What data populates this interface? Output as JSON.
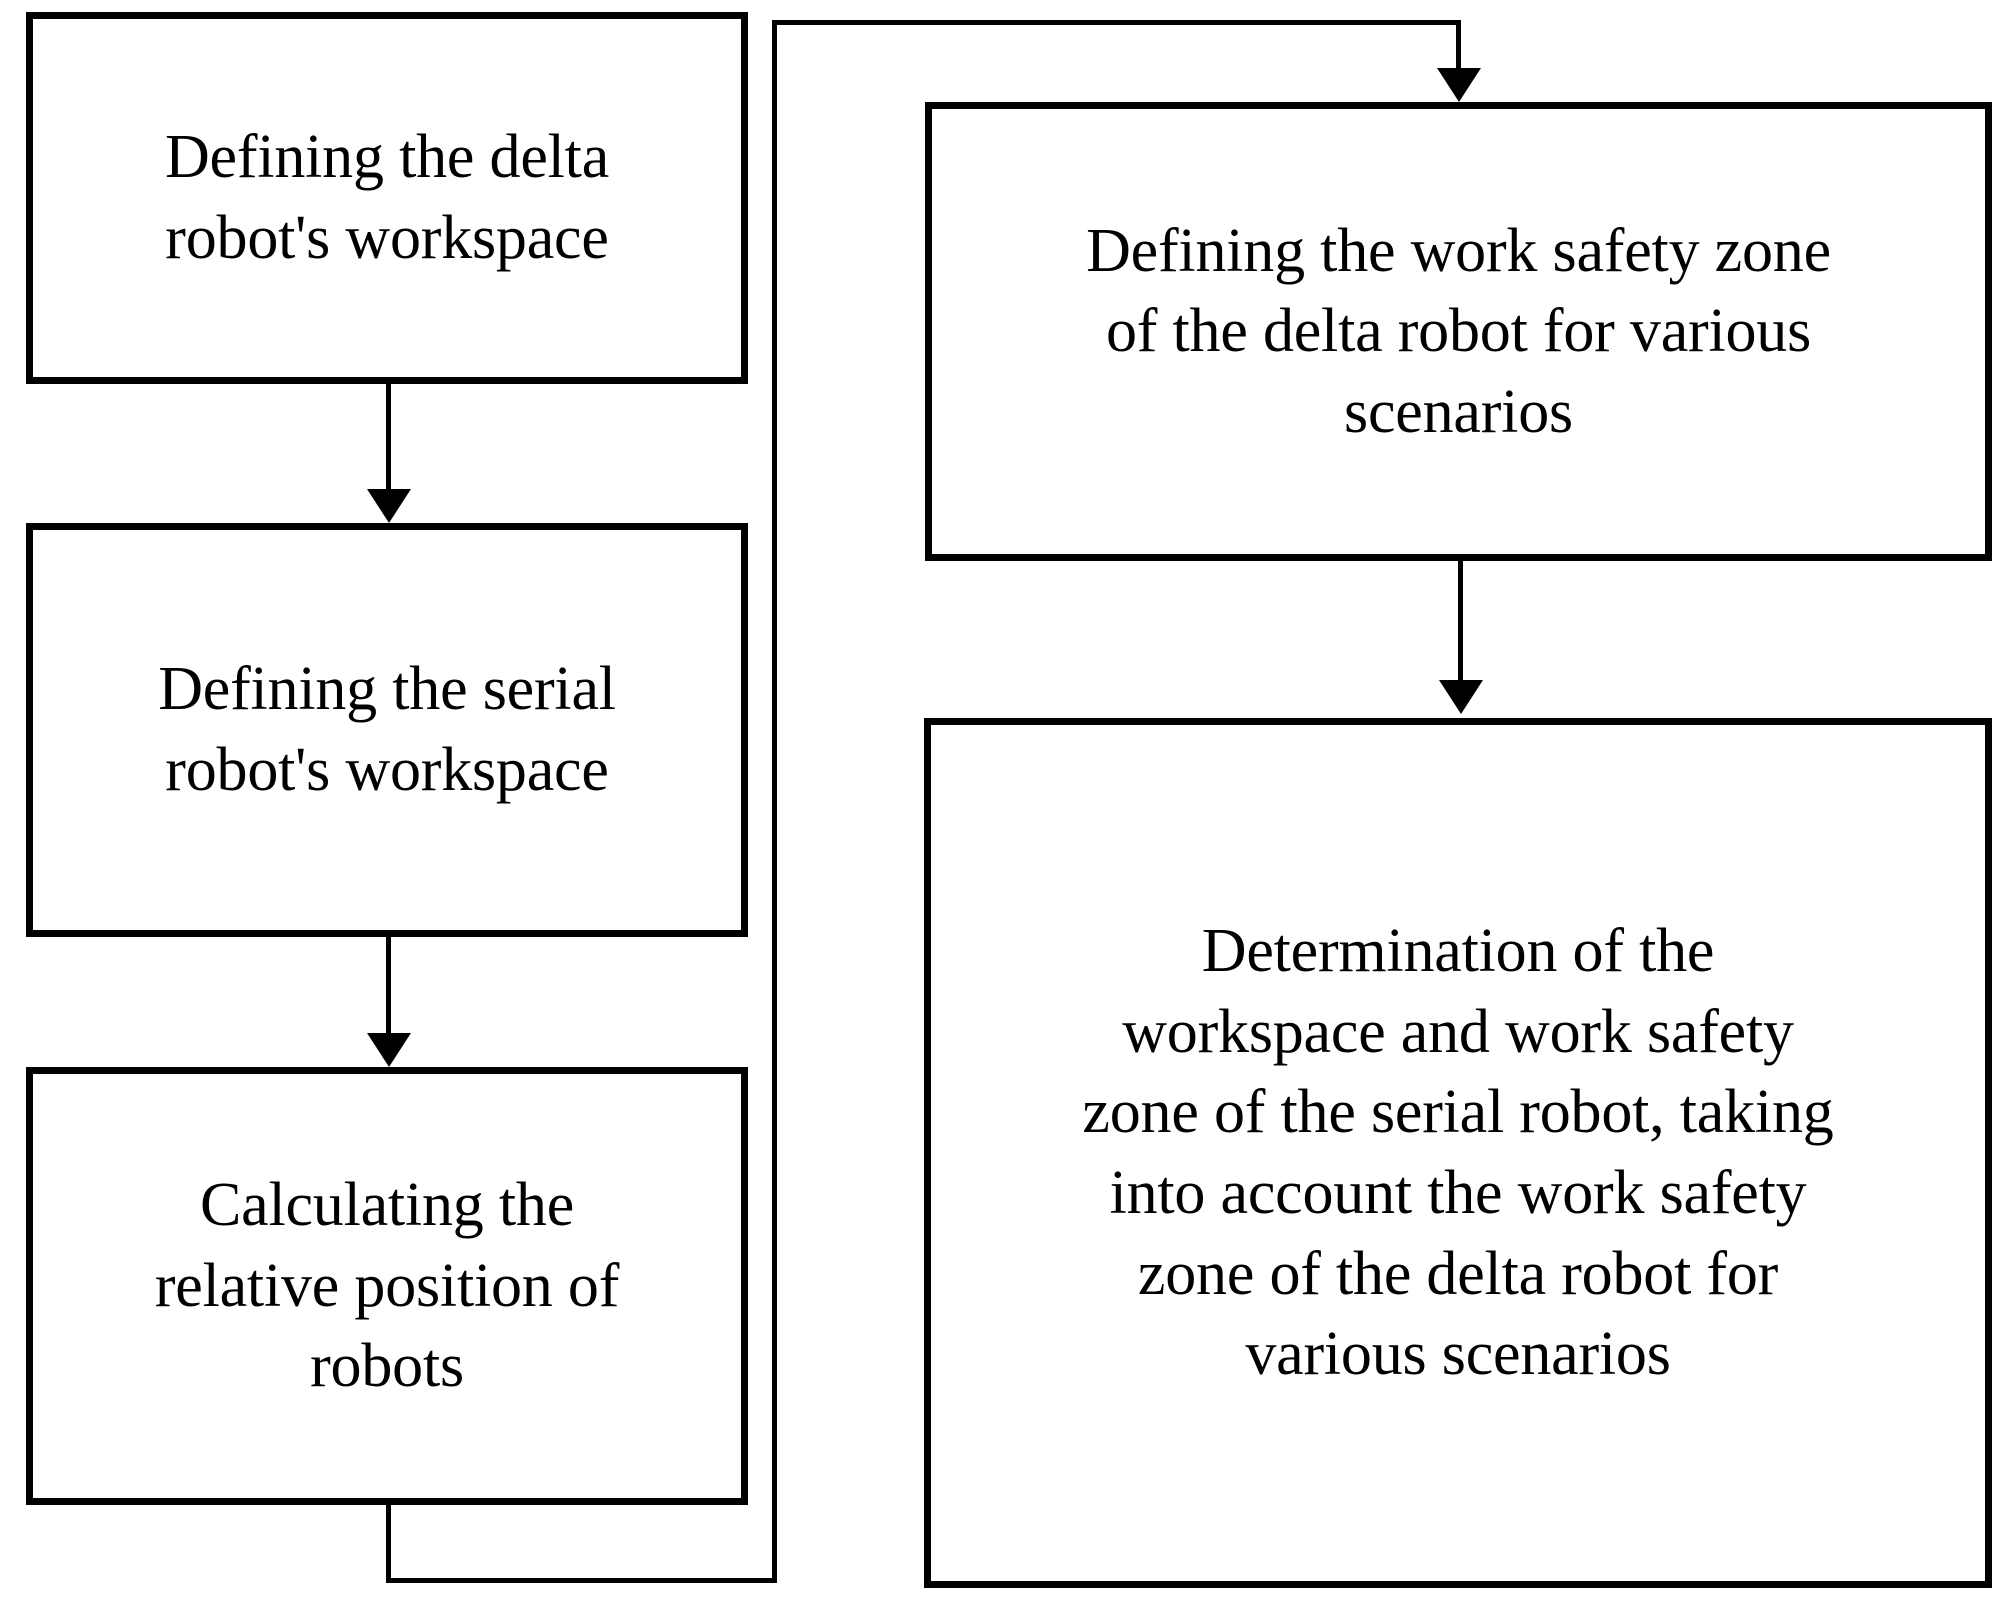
{
  "diagram": {
    "title": "Workspace and work safety zone determination flowchart",
    "type": "flowchart",
    "background_color": "#ffffff",
    "line_color": "#000000",
    "text_color": "#000000",
    "nodes": [
      {
        "id": "delta-workspace",
        "label": "Defining the delta\nrobot's workspace",
        "column": "left",
        "order": 1
      },
      {
        "id": "serial-workspace",
        "label": "Defining the serial\nrobot's workspace",
        "column": "left",
        "order": 2
      },
      {
        "id": "relative-position",
        "label": "Calculating the\nrelative position of\nrobots",
        "column": "left",
        "order": 3
      },
      {
        "id": "delta-safety-zone",
        "label": "Defining the work safety zone\nof the delta robot for various\nscenarios",
        "column": "right",
        "order": 4
      },
      {
        "id": "serial-determination",
        "label": "Determination of the\nworkspace and work safety\nzone of the serial robot, taking\ninto account the work safety\nzone of the delta robot for\nvarious scenarios",
        "column": "right",
        "order": 5
      }
    ],
    "edges": [
      {
        "id": "edge-1",
        "from": "delta-workspace",
        "to": "serial-workspace",
        "style": "straight-down-arrow"
      },
      {
        "id": "edge-2",
        "from": "serial-workspace",
        "to": "relative-position",
        "style": "straight-down-arrow"
      },
      {
        "id": "edge-3",
        "from": "relative-position",
        "to": "delta-safety-zone",
        "style": "orthogonal-wrap-around-arrow"
      },
      {
        "id": "edge-4",
        "from": "delta-safety-zone",
        "to": "serial-determination",
        "style": "straight-down-arrow"
      }
    ]
  }
}
